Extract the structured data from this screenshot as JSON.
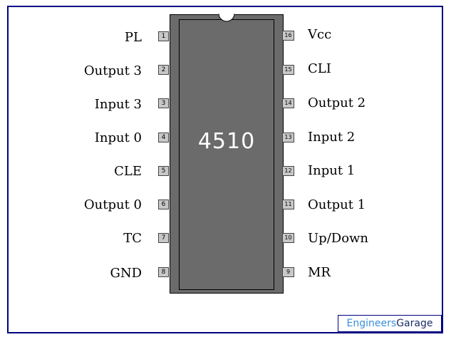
{
  "chip": {
    "label": "4510"
  },
  "colors": {
    "frame": "#000080",
    "body": "#6b6b6b",
    "pin": "#c8c8c8",
    "logo_light": "#3a8fd8",
    "logo_dark": "#1a2e66"
  },
  "pins_left": [
    {
      "number": "1",
      "label": "PL"
    },
    {
      "number": "2",
      "label": "Output 3"
    },
    {
      "number": "3",
      "label": "Input 3"
    },
    {
      "number": "4",
      "label": "Input 0"
    },
    {
      "number": "5",
      "label": "CLE"
    },
    {
      "number": "6",
      "label": "Output 0"
    },
    {
      "number": "7",
      "label": "TC"
    },
    {
      "number": "8",
      "label": "GND"
    }
  ],
  "pins_right": [
    {
      "number": "16",
      "label": "Vcc"
    },
    {
      "number": "15",
      "label": "CLI"
    },
    {
      "number": "14",
      "label": "Output 2"
    },
    {
      "number": "13",
      "label": "Input 2"
    },
    {
      "number": "12",
      "label": "Input 1"
    },
    {
      "number": "11",
      "label": "Output 1"
    },
    {
      "number": "10",
      "label": "Up/Down"
    },
    {
      "number": "9",
      "label": "MR"
    }
  ],
  "logo": {
    "part1": "Engineers",
    "part2": "Garage"
  }
}
